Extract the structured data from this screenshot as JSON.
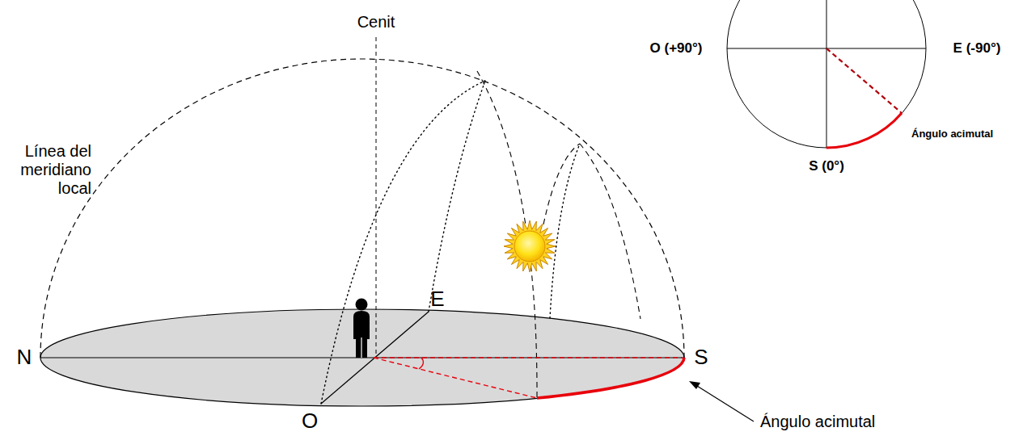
{
  "diagram": {
    "labels": [
      "Cenit",
      "Línea del meridiano local",
      "N",
      "E",
      "S",
      "O",
      "Ángulo acimutal",
      "O (+90°)",
      "E (-90°)",
      "S (0°)",
      "Ángulo acimutal"
    ]
  }
}
